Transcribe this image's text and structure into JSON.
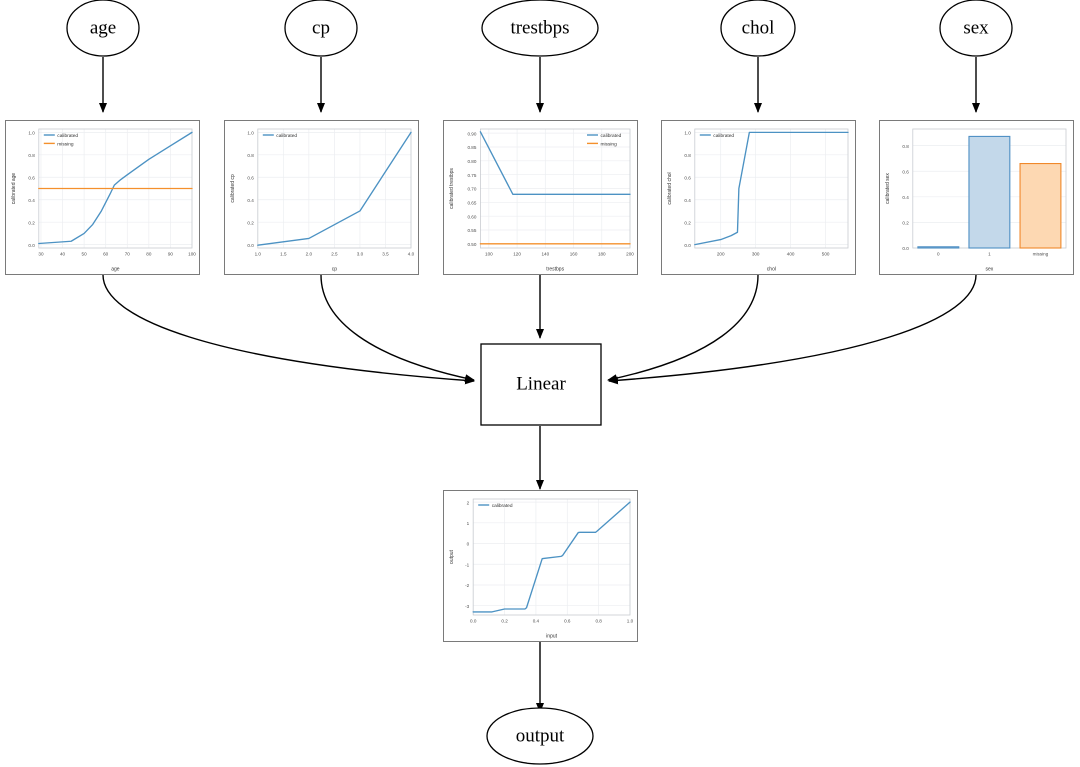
{
  "graph": {
    "input_nodes": [
      {
        "id": "age",
        "label": "age"
      },
      {
        "id": "cp",
        "label": "cp"
      },
      {
        "id": "trestbps",
        "label": "trestbps"
      },
      {
        "id": "chol",
        "label": "chol"
      },
      {
        "id": "sex",
        "label": "sex"
      }
    ],
    "linear_node": {
      "label": "Linear"
    },
    "output_node": {
      "label": "output"
    }
  },
  "legend_labels": {
    "calibrated": "calibrated",
    "missing": "missing"
  },
  "colors": {
    "calibrated": "#4c92c3",
    "missing": "#f4902c",
    "bar_blue_fill": "#c3d8ea",
    "bar_blue_edge": "#4e8fc4",
    "bar_orange_fill": "#fdd8b2",
    "bar_orange_edge": "#f0882a",
    "panel_border": "#7a7a7a",
    "grid": "#eceef1"
  },
  "chart_data": [
    {
      "id": "age",
      "type": "line",
      "title": "",
      "xlabel": "age",
      "ylabel": "calibrated age",
      "xlim": [
        29,
        100
      ],
      "ylim": [
        -0.03,
        1.03
      ],
      "xticks": [
        30,
        40,
        50,
        60,
        70,
        80,
        90,
        100
      ],
      "yticks": [
        0.0,
        0.2,
        0.4,
        0.6,
        0.8,
        1.0
      ],
      "grid": true,
      "legend_position": "upper left",
      "series": [
        {
          "name": "calibrated",
          "color": "#4c92c3",
          "x": [
            29,
            44,
            50,
            54,
            58,
            62,
            64,
            67,
            72,
            80,
            90,
            100
          ],
          "y": [
            0.01,
            0.03,
            0.1,
            0.18,
            0.3,
            0.45,
            0.53,
            0.58,
            0.65,
            0.76,
            0.88,
            1.0
          ]
        },
        {
          "name": "missing",
          "color": "#f4902c",
          "x": [
            29,
            100
          ],
          "y": [
            0.5,
            0.5
          ]
        }
      ]
    },
    {
      "id": "cp",
      "type": "line",
      "title": "",
      "xlabel": "cp",
      "ylabel": "calibrated cp",
      "xlim": [
        1.0,
        4.0
      ],
      "ylim": [
        -0.03,
        1.03
      ],
      "xticks": [
        1.0,
        1.5,
        2.0,
        2.5,
        3.0,
        3.5,
        4.0
      ],
      "yticks": [
        0.0,
        0.2,
        0.4,
        0.6,
        0.8,
        1.0
      ],
      "grid": true,
      "legend_position": "upper left",
      "series": [
        {
          "name": "calibrated",
          "color": "#4c92c3",
          "x": [
            1.0,
            2.0,
            3.0,
            4.0
          ],
          "y": [
            -0.005,
            0.055,
            0.3,
            1.0
          ]
        }
      ]
    },
    {
      "id": "trestbps",
      "type": "line",
      "title": "",
      "xlabel": "trestbps",
      "ylabel": "calibrated trestbps",
      "xlim": [
        94,
        200
      ],
      "ylim": [
        0.485,
        0.915
      ],
      "xticks": [
        100,
        120,
        140,
        160,
        180,
        200
      ],
      "yticks": [
        0.5,
        0.55,
        0.6,
        0.65,
        0.7,
        0.75,
        0.8,
        0.85,
        0.9
      ],
      "grid": true,
      "legend_position": "upper right",
      "series": [
        {
          "name": "calibrated",
          "color": "#4c92c3",
          "x": [
            94,
            117,
            200
          ],
          "y": [
            0.905,
            0.679,
            0.679
          ]
        },
        {
          "name": "missing",
          "color": "#f4902c",
          "x": [
            94,
            200
          ],
          "y": [
            0.5,
            0.5
          ]
        }
      ]
    },
    {
      "id": "chol",
      "type": "line",
      "title": "",
      "xlabel": "chol",
      "ylabel": "calibrated chol",
      "xlim": [
        126,
        564
      ],
      "ylim": [
        -0.03,
        1.03
      ],
      "xticks": [
        200,
        300,
        400,
        500
      ],
      "yticks": [
        0.0,
        0.2,
        0.4,
        0.6,
        0.8,
        1.0
      ],
      "grid": true,
      "legend_position": "upper left",
      "series": [
        {
          "name": "calibrated",
          "color": "#4c92c3",
          "x": [
            126,
            200,
            230,
            248,
            252,
            282,
            400,
            564
          ],
          "y": [
            0.0,
            0.045,
            0.08,
            0.11,
            0.5,
            1.0,
            1.0,
            1.0
          ]
        }
      ]
    },
    {
      "id": "sex",
      "type": "bar",
      "title": "",
      "xlabel": "sex",
      "ylabel": "calibrated sex",
      "categories": [
        "0",
        "1",
        "missing"
      ],
      "values": [
        0.005,
        0.872,
        0.66
      ],
      "ylim": [
        0,
        0.93
      ],
      "yticks": [
        0.0,
        0.2,
        0.4,
        0.6,
        0.8
      ],
      "bar_colors": [
        "#c3d8ea",
        "#c3d8ea",
        "#fdd8b2"
      ],
      "bar_edge_colors": [
        "#4e8fc4",
        "#4e8fc4",
        "#f0882a"
      ],
      "grid": true,
      "legend_position": "none"
    },
    {
      "id": "output",
      "type": "line",
      "title": "",
      "xlabel": "input",
      "ylabel": "output",
      "xlim": [
        0.0,
        1.0
      ],
      "ylim": [
        -3.45,
        2.15
      ],
      "xticks": [
        0.0,
        0.2,
        0.4,
        0.6,
        0.8,
        1.0
      ],
      "yticks": [
        -3,
        -2,
        -1,
        0,
        1,
        2
      ],
      "grid": true,
      "legend_position": "upper left",
      "series": [
        {
          "name": "calibrated",
          "color": "#4c92c3",
          "x": [
            0.0,
            0.12,
            0.2,
            0.33,
            0.34,
            0.44,
            0.45,
            0.56,
            0.57,
            0.67,
            0.68,
            0.78,
            0.79,
            1.0
          ],
          "y": [
            -3.3,
            -3.3,
            -3.16,
            -3.16,
            -3.1,
            -0.73,
            -0.72,
            -0.62,
            -0.58,
            0.53,
            0.54,
            0.54,
            0.6,
            2.0
          ]
        }
      ]
    }
  ]
}
